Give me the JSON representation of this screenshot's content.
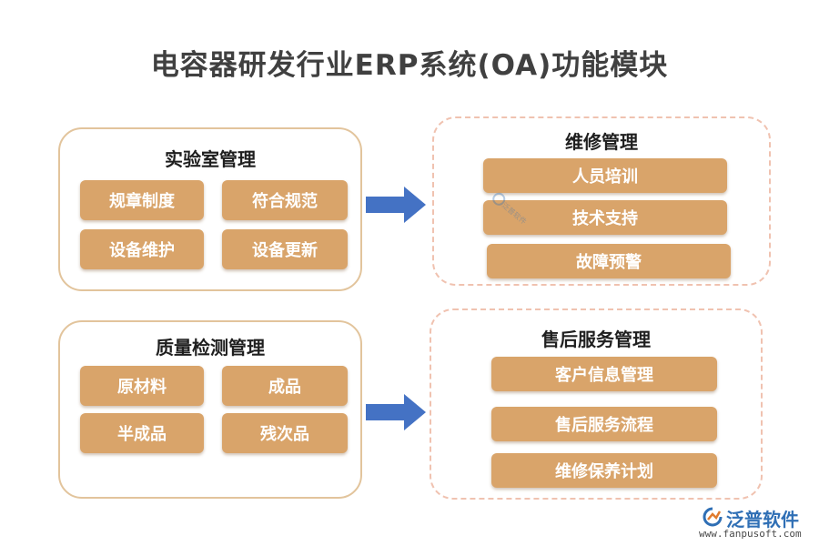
{
  "title": "电容器研发行业ERP系统(OA)功能模块",
  "panels": {
    "lab": {
      "title": "实验室管理",
      "items": [
        "规章制度",
        "符合规范",
        "设备维护",
        "设备更新"
      ]
    },
    "quality": {
      "title": "质量检测管理",
      "items": [
        "原材料",
        "成品",
        "半成品",
        "残次品"
      ]
    },
    "repair": {
      "title": "维修管理",
      "items": [
        "人员培训",
        "技术支持",
        "故障预警"
      ]
    },
    "aftersales": {
      "title": "售后服务管理",
      "items": [
        "客户信息管理",
        "售后服务流程",
        "维修保养计划"
      ]
    }
  },
  "logo": {
    "name": "泛普软件",
    "url": "www.fanpusoft.com",
    "watermark": "泛普软件"
  },
  "colors": {
    "chip": "#d9a46a",
    "arrow": "#4472c4",
    "solid_border": "#e2c49c",
    "dashed_border": "#f0c2b0"
  },
  "icons": [
    "arrow-right-icon",
    "fanpu-logo-icon"
  ]
}
